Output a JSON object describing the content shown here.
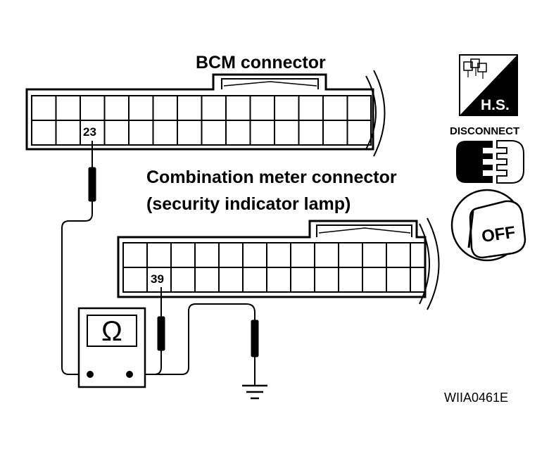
{
  "labels": {
    "bcm_connector": "BCM connector",
    "combo_connector_line1": "Combination meter connector",
    "combo_connector_line2": "(security indicator lamp)",
    "figure_code": "WIIA0461E"
  },
  "pins": {
    "bcm_pin": "23",
    "combo_pin": "39"
  },
  "meter": {
    "symbol": "Ω",
    "icon": "ohmmeter-icon"
  },
  "side_icons": {
    "hs_label": "H.S.",
    "hs_icon": "harness-side-icon",
    "disconnect_label": "DISCONNECT",
    "disconnect_icon": "disconnect-connector-icon",
    "ignition_label": "OFF",
    "ignition_icon": "ignition-off-icon"
  },
  "colors": {
    "line": "#000000",
    "background": "#ffffff"
  }
}
